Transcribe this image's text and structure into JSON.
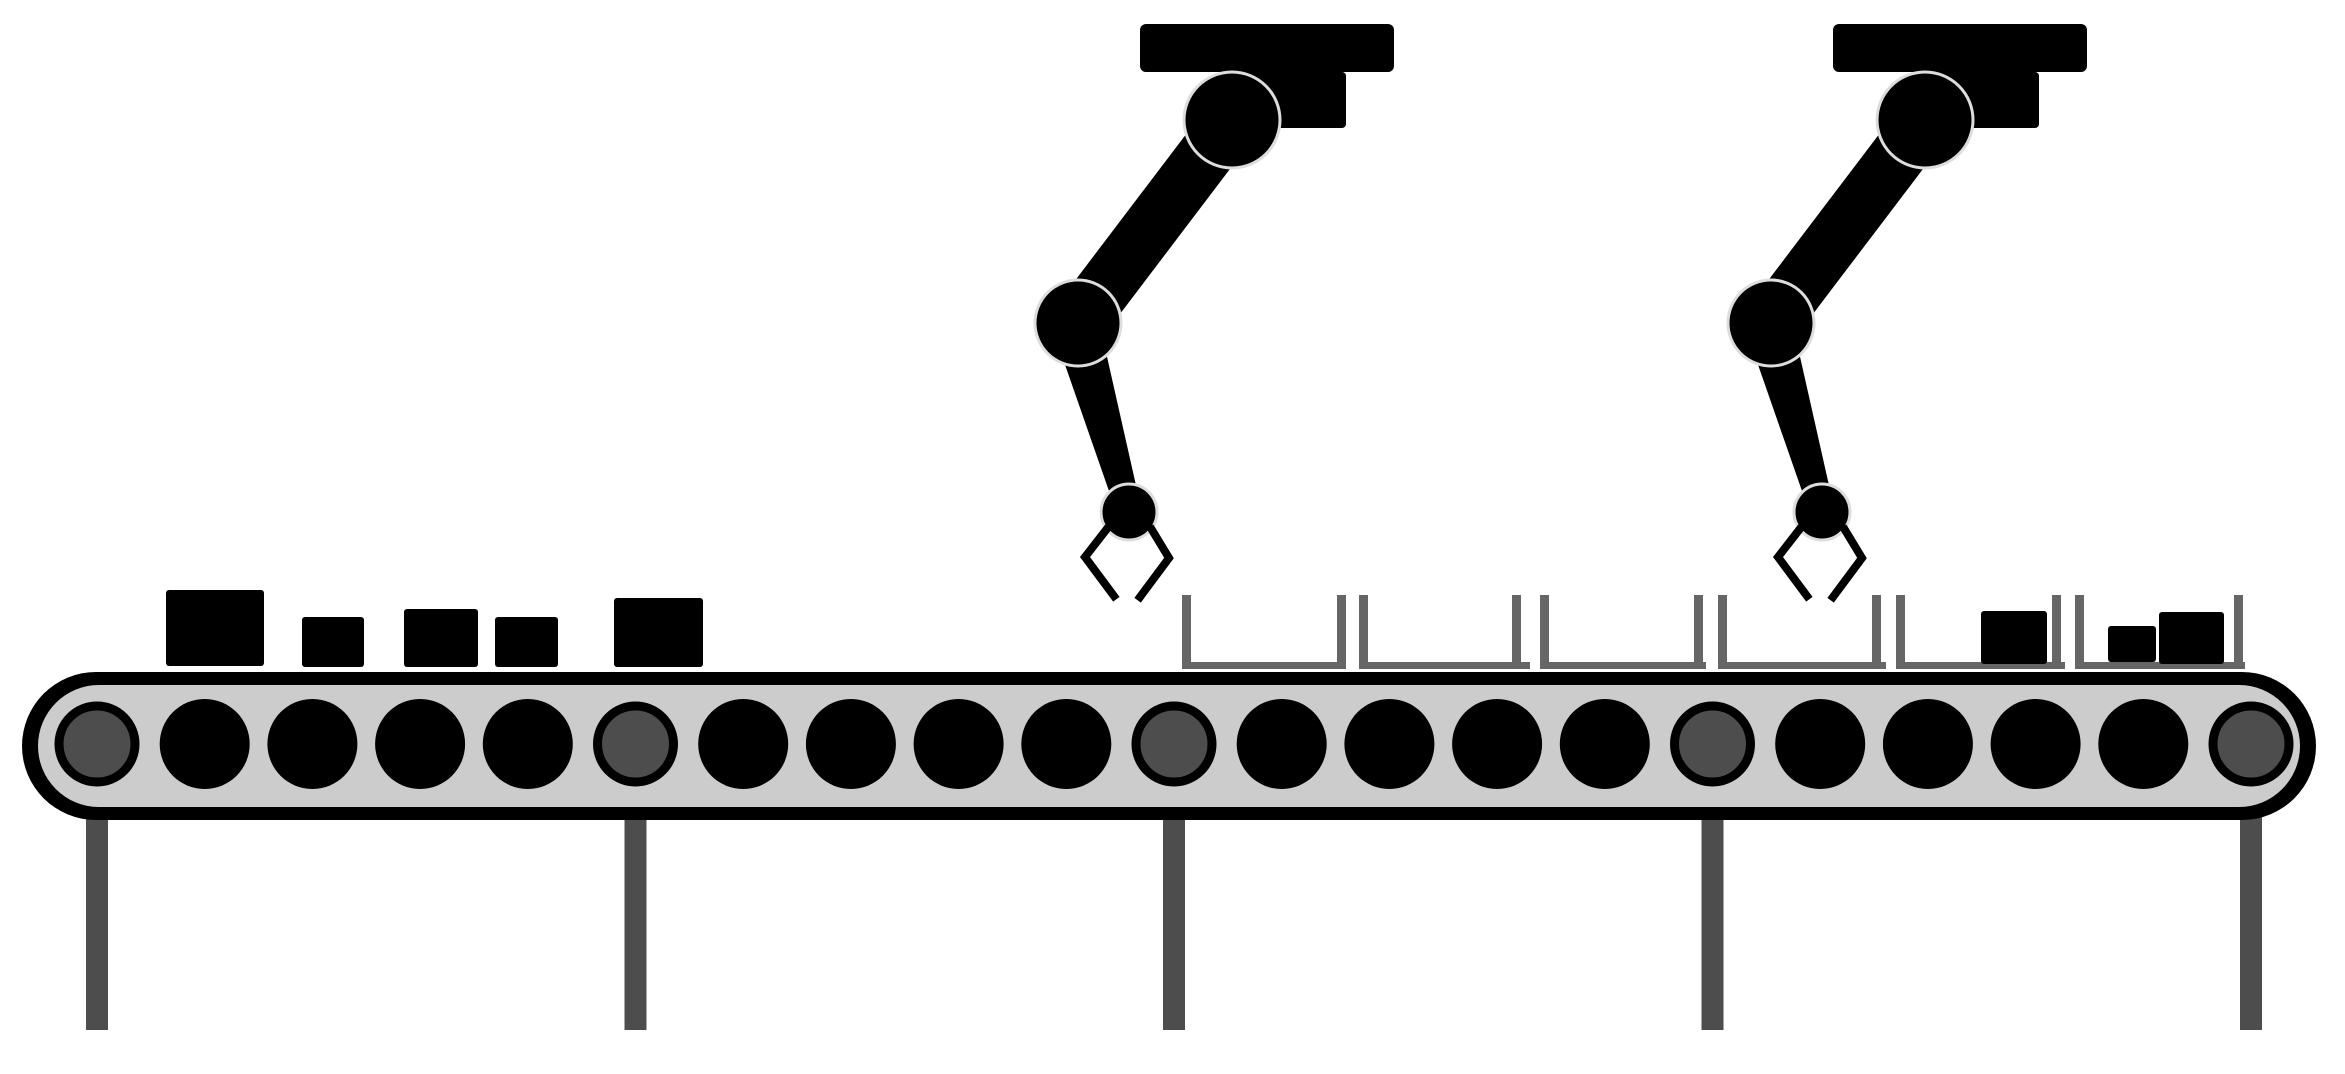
{
  "colors": {
    "background": "#ffffff",
    "machine": "#000000",
    "belt_fill": "#cccccc",
    "support": "#4d4d4d",
    "joint_outline": "#dddddd",
    "divider": "#666666"
  },
  "conveyor": {
    "roller_count": 21,
    "support_roller_indices": [
      0,
      5,
      10,
      15,
      20
    ],
    "support_count": 5
  },
  "robot_arms": [
    {
      "id": "robot-arm-1"
    },
    {
      "id": "robot-arm-2"
    }
  ],
  "boxes": {
    "left_group_count": 5,
    "right_group_count": 3
  },
  "compartments": {
    "count": 6
  }
}
